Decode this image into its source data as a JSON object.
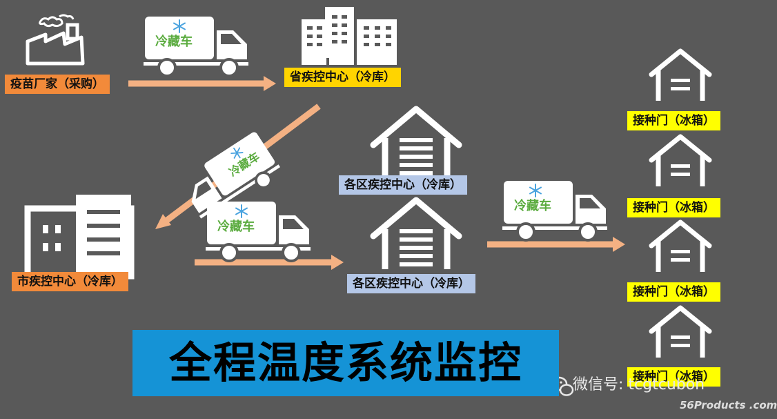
{
  "labels": {
    "vaccine_maker": "疫苗厂家（采购）",
    "provincial_cdc": "省疾控中心（冷库）",
    "city_cdc": "市疾控中心（冷库）",
    "district_cdc_1": "各区疾控中心（冷库）",
    "district_cdc_2": "各区疾控中心（冷库）",
    "clinic_1": "接种门（冰箱）",
    "clinic_2": "接种门（冰箱）",
    "clinic_3": "接种门（冰箱）",
    "clinic_4": "接种门（冰箱）"
  },
  "truck_label": "冷藏车",
  "banner": "全程温度系统监控",
  "watermark": "微信号: tcgtcubon",
  "logo": "56Products .com",
  "colors": {
    "background": "#595959",
    "arrow": "#f4b183",
    "truck_text": "#5aab3e",
    "snow": "#4aa3df",
    "banner": "#1593d6"
  }
}
